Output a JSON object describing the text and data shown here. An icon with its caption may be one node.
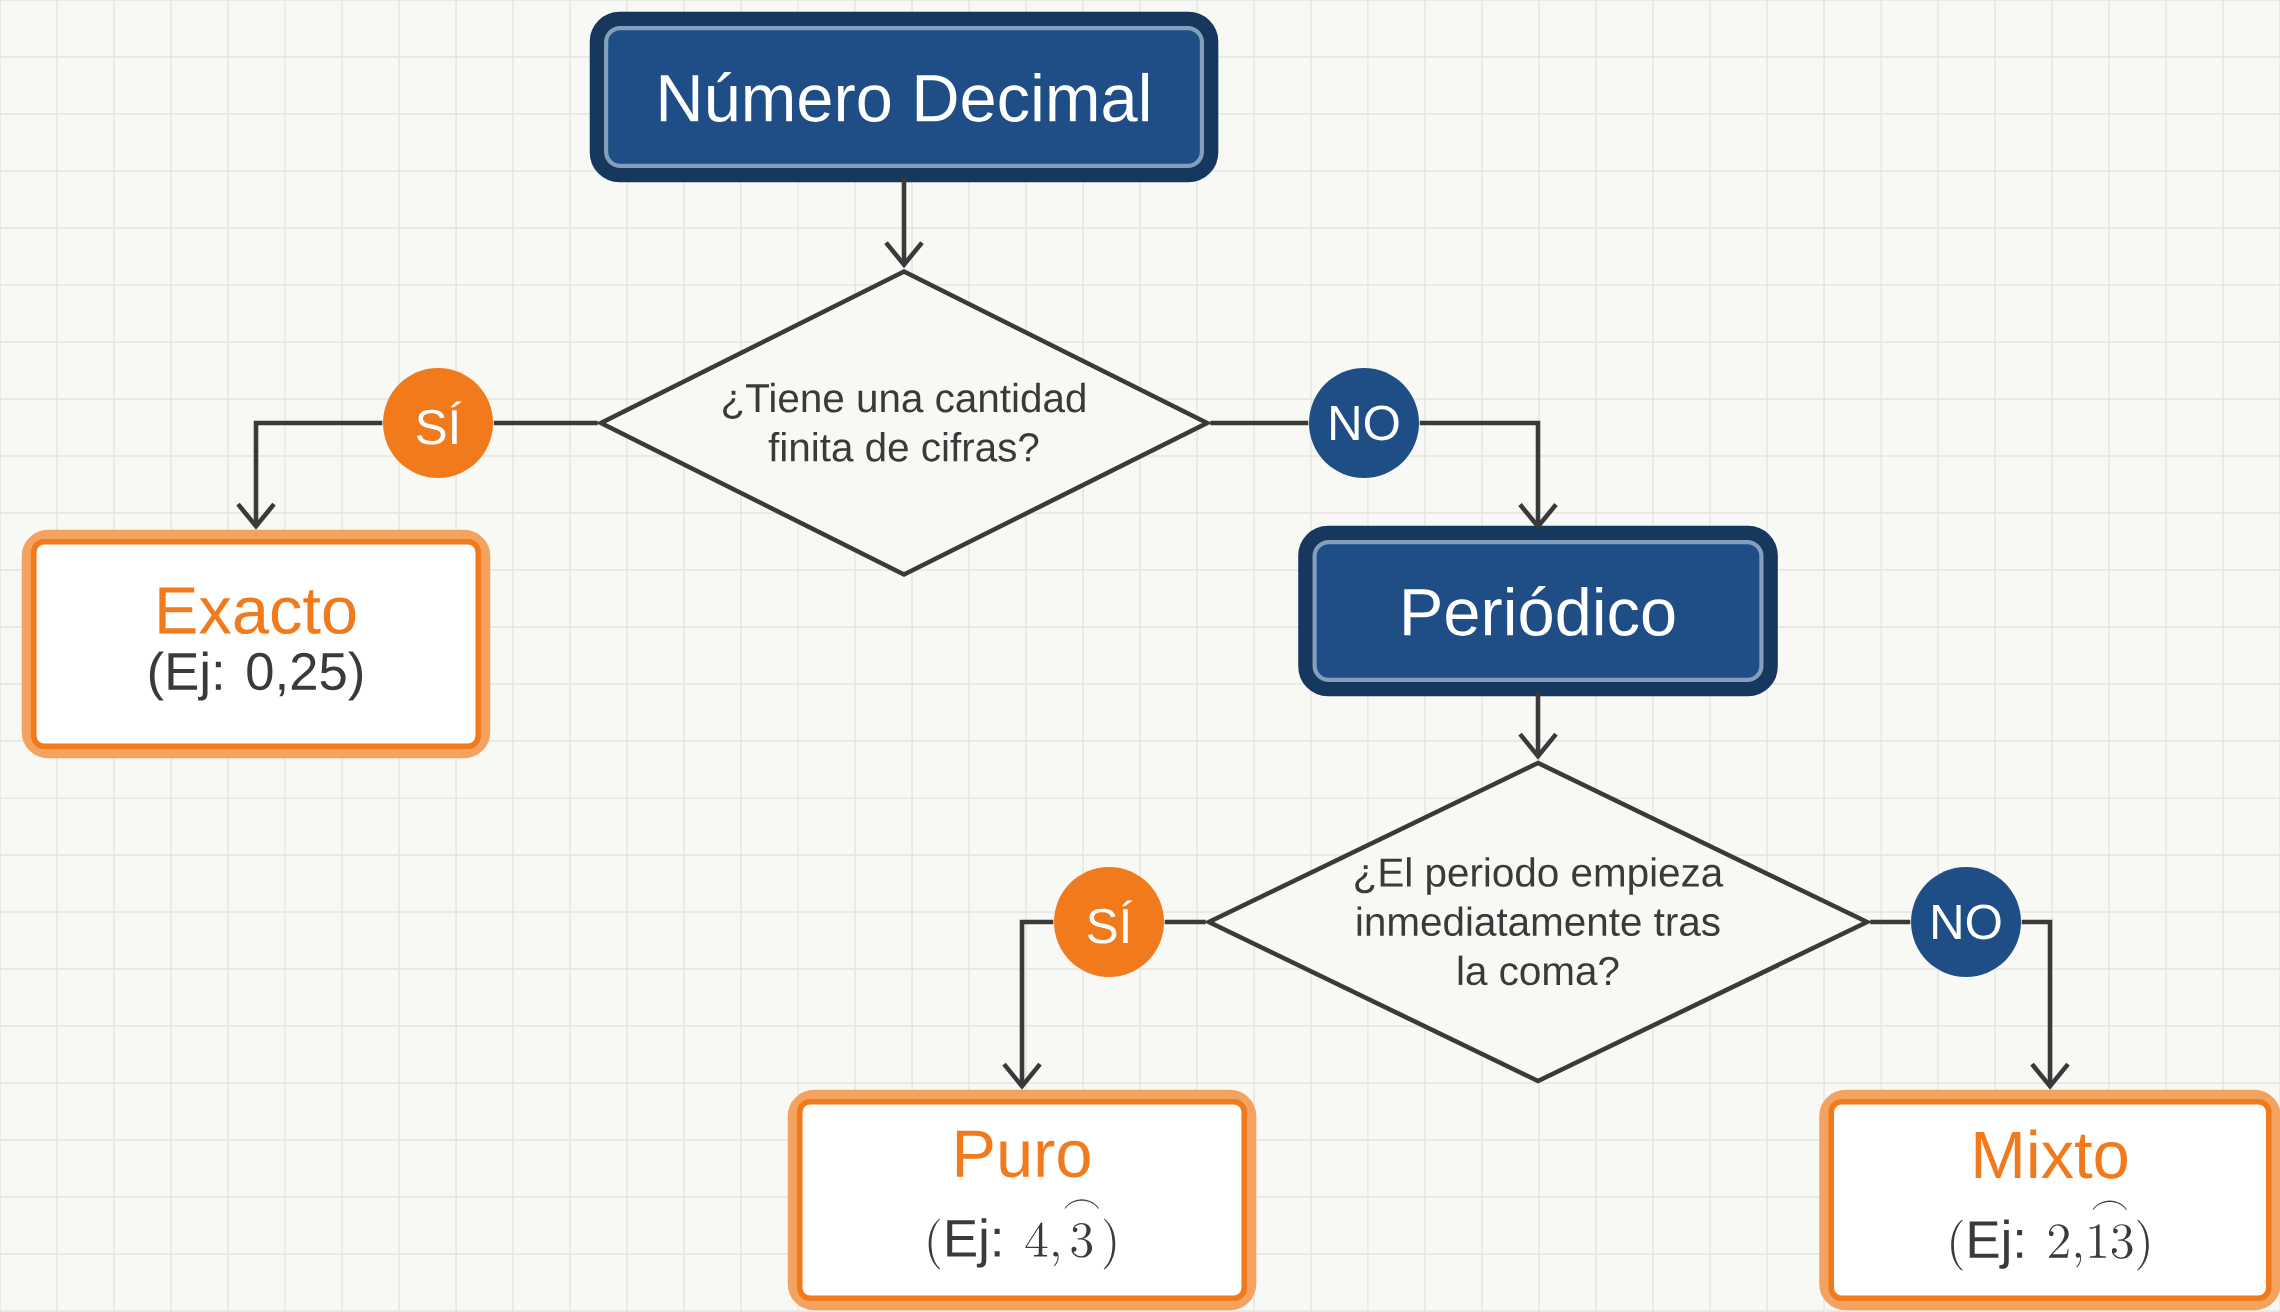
{
  "diagram": {
    "nodes": [
      {
        "text": [
          "Número Decimal"
        ]
      },
      {
        "text": [
          "¿Tiene una cantidad finita de cifras?"
        ]
      },
      {
        "text": [
          "SÍ"
        ]
      },
      {
        "text": [
          "NO"
        ]
      },
      {
        "text": [
          "Exacto",
          "(Ej: 0,25)"
        ]
      },
      {
        "text": [
          "Periódico"
        ]
      },
      {
        "text": [
          "¿El periodo empieza inmediatamente tras la coma?"
        ]
      },
      {
        "text": [
          "SÍ"
        ]
      },
      {
        "text": [
          "NO"
        ]
      },
      {
        "text": [
          "Puro",
          "(\\text{Ej: }4{,}\\overset{\\frown}{3})"
        ]
      },
      {
        "text": [
          "Mixto",
          "(\\text{Ej: }2{,}\\overset{\\frown}{13})"
        ]
      }
    ],
    "edges": [
      {
        "from": 0,
        "to": 1,
        "arrow": "to"
      },
      {
        "from": 1,
        "to": 2,
        "arrow": "none"
      },
      {
        "from": 2,
        "to": 4,
        "arrow": "to"
      },
      {
        "from": 1,
        "to": 3,
        "arrow": "none"
      },
      {
        "from": 3,
        "to": 5,
        "arrow": "to"
      },
      {
        "from": 5,
        "to": 6,
        "arrow": "to"
      },
      {
        "from": 6,
        "to": 7,
        "arrow": "none"
      },
      {
        "from": 7,
        "to": 9,
        "arrow": "to"
      },
      {
        "from": 6,
        "to": 8,
        "arrow": "none"
      },
      {
        "from": 8,
        "to": 10,
        "arrow": "to"
      }
    ]
  }
}
